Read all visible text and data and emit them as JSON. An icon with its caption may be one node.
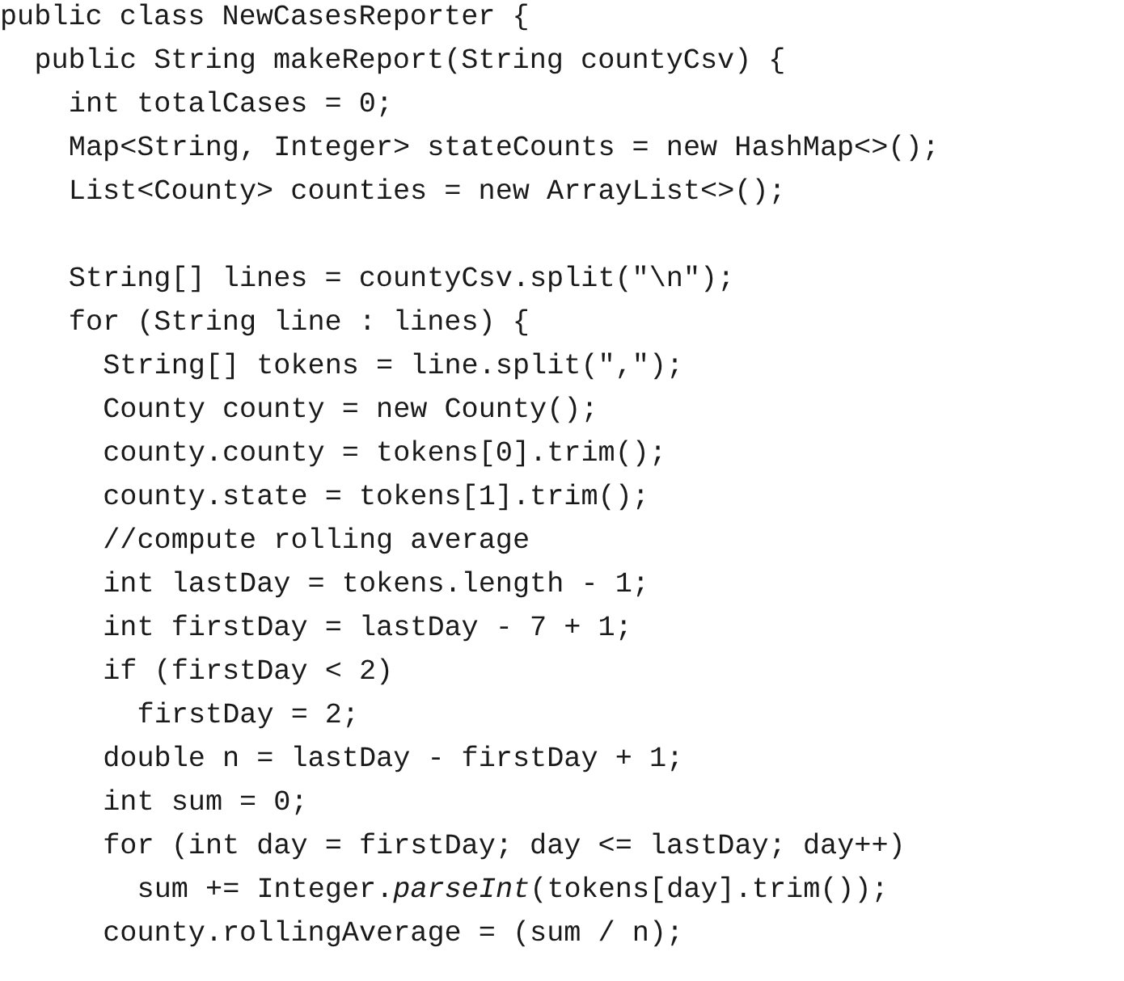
{
  "diagram": {
    "labels": [
      "public class NewCasesReporter {",
      "public String makeReport(String countyCsv) {",
      "int totalCases = 0;",
      "Map<String, Integer> stateCounts = new HashMap<>();",
      "List<County> counties = new ArrayList<>();",
      "String[] lines = countyCsv.split(\"\\n\");",
      "for (String line : lines) {",
      "String[] tokens = line.split(\",\");",
      "County county = new County();",
      "county.county = tokens[0].trim();",
      "county.state = tokens[1].trim();",
      "//compute rolling average",
      "int lastDay = tokens.length - 1;",
      "int firstDay = lastDay - 7 + 1;",
      "if (firstDay < 2)",
      "firstDay = 2;",
      "double n = lastDay - firstDay + 1;",
      "int sum = 0;",
      "for (int day = firstDay; day <= lastDay; day++)",
      "sum += Integer.*parseInt*(tokens[day].trim());",
      "county.rollingAverage = (sum / n);"
    ]
  }
}
